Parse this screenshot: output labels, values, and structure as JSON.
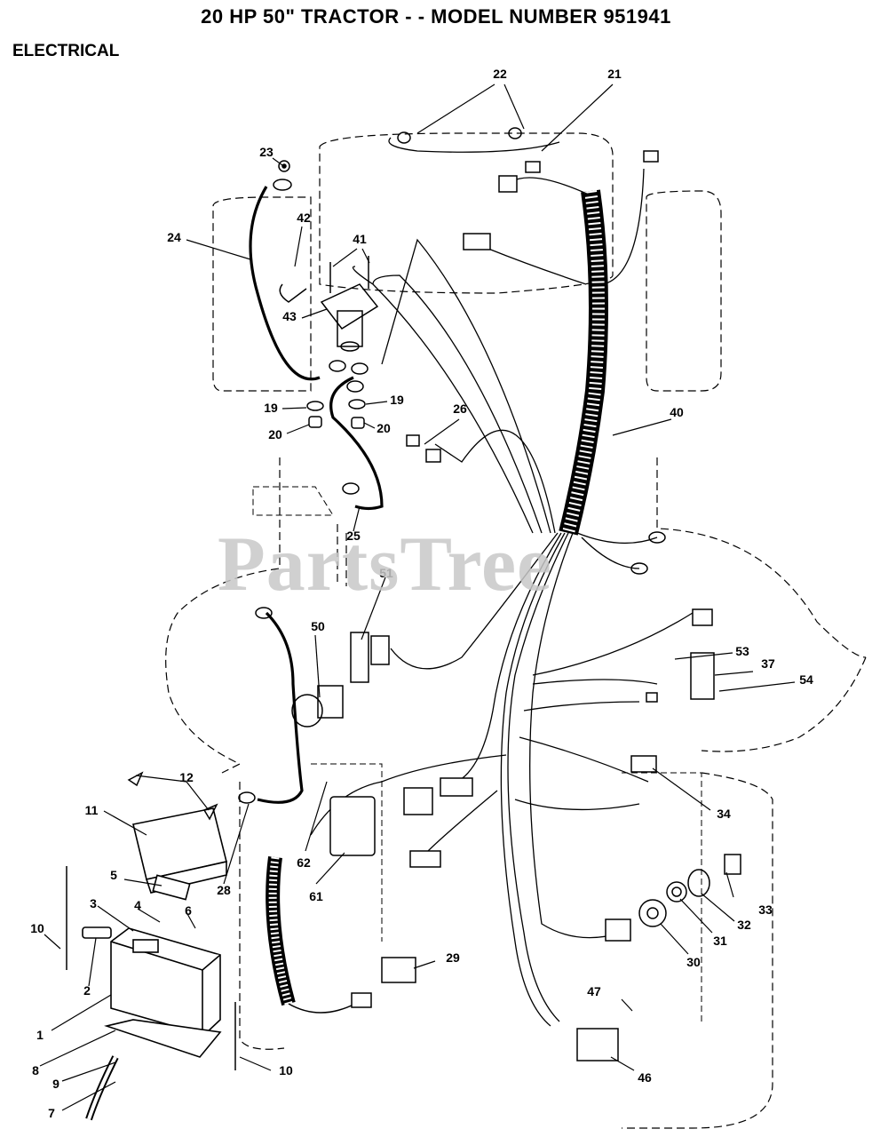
{
  "header": {
    "title": "20 HP 50\" TRACTOR - - MODEL NUMBER 951941",
    "section": "ELECTRICAL"
  },
  "watermark": "PartsTree",
  "callouts": [
    "1",
    "2",
    "3",
    "4",
    "5",
    "6",
    "7",
    "8",
    "9",
    "10",
    "10",
    "11",
    "12",
    "19",
    "19",
    "20",
    "20",
    "21",
    "22",
    "23",
    "24",
    "25",
    "26",
    "28",
    "29",
    "30",
    "31",
    "32",
    "33",
    "34",
    "37",
    "40",
    "41",
    "42",
    "43",
    "46",
    "47",
    "50",
    "51",
    "53",
    "54",
    "61",
    "62"
  ]
}
